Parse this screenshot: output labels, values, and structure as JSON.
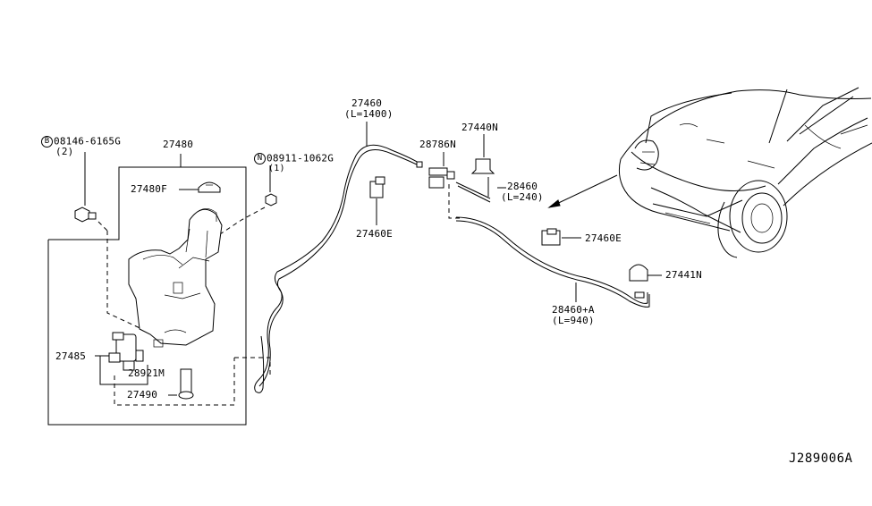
{
  "diagram_code": "J289006A",
  "labels": {
    "bolt": "08146-6165G",
    "bolt_qty": "(2)",
    "bolt_marker": "B",
    "nut": "08911-1062G",
    "nut_qty": "(1)",
    "nut_marker": "N",
    "tank_assembly": "27480",
    "cap": "27480F",
    "pump": "27485",
    "seal": "28921M",
    "filter": "27490",
    "hose_main": "27460",
    "hose_main_len": "(L=1400)",
    "clip_a": "27460E",
    "connector": "28786N",
    "nozzle": "27440N",
    "hose_short": "28460",
    "hose_short_len": "(L=240)",
    "clip_b": "27460E",
    "nozzle_2": "27441N",
    "hose_long": "28460+A",
    "hose_long_len": "(L=940)"
  }
}
